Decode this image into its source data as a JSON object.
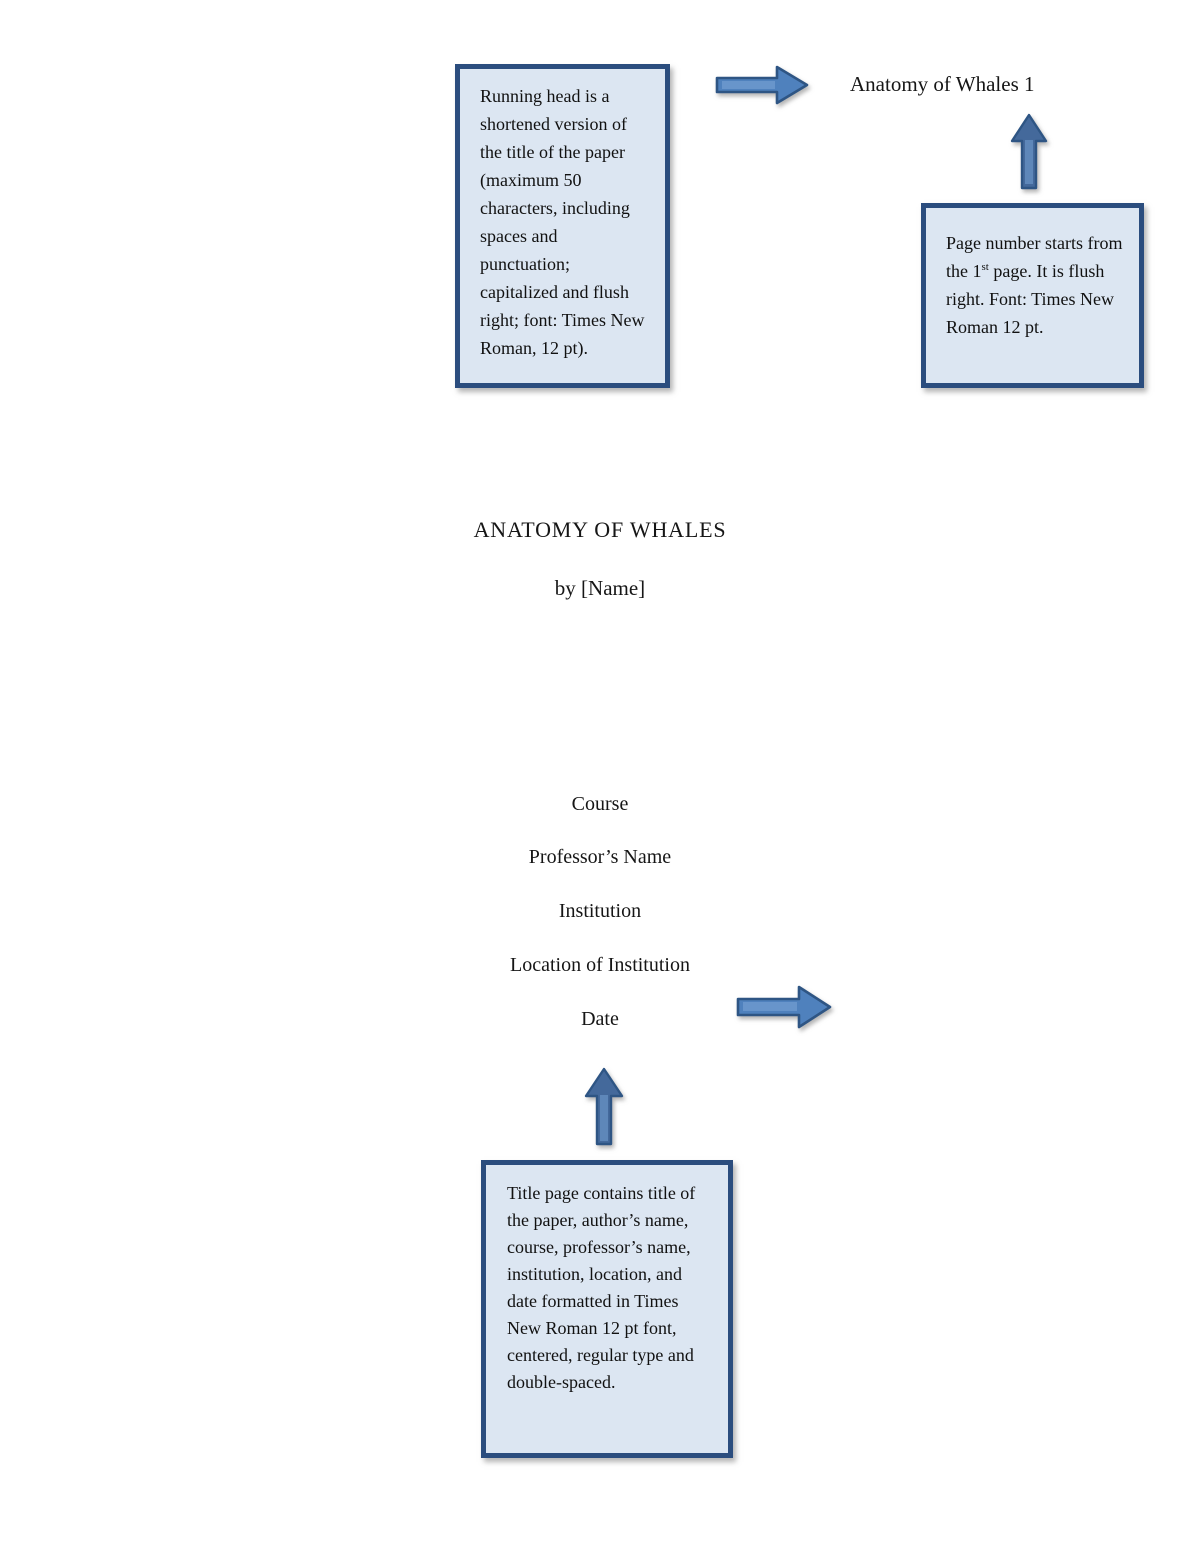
{
  "document": {
    "running_head": "Anatomy of Whales 1",
    "title": "ANATOMY OF WHALES",
    "byline": "by [Name]",
    "details": [
      "Course",
      "Professor’s Name",
      "Institution",
      "Location of Institution",
      "Date"
    ]
  },
  "callouts": {
    "running_head_note": "Running head is a shortened version of the title of the paper (maximum 50 characters, including spaces and punctuation; capitalized and flush right; font: Times New Roman, 12 pt).",
    "page_number_note": {
      "before": "Page number starts from the 1",
      "sup": "st",
      "after": " page. It is flush right. Font: Times New Roman 12 pt."
    },
    "title_page_note": "Title page contains title of the paper, author’s name, course, professor’s name, institution, location, and date formatted in Times New Roman 12 pt font, centered, regular type and double-spaced."
  },
  "colors": {
    "callout_fill": "#dce6f2",
    "callout_border": "#2b4d7e",
    "arrow_fill": "#4f81bd",
    "arrow_up_fill": "#44699b",
    "arrow_outline": "#2e5584"
  }
}
